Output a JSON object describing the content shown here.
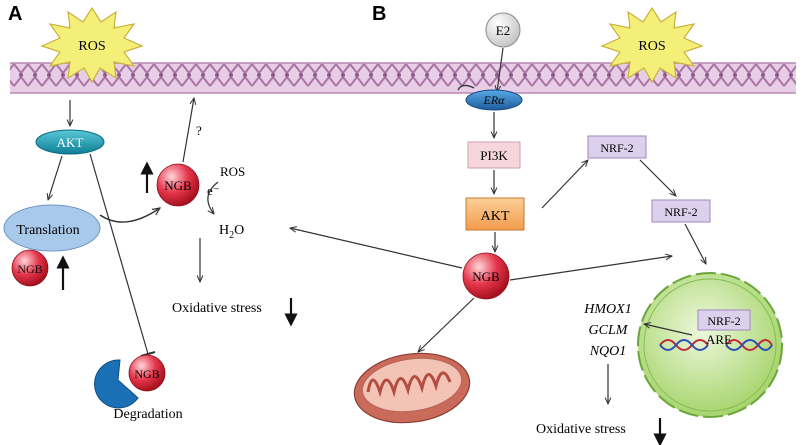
{
  "panels": {
    "a": "A",
    "b": "B"
  },
  "ros": {
    "left": "ROS",
    "right": "ROS"
  },
  "panel_a": {
    "akt": "AKT",
    "question_mark": "?",
    "ngb_center": "NGB",
    "ros_small": "ROS",
    "electron": "e⁻",
    "water_h": "H",
    "water_sub": "2",
    "water_o": "O",
    "translation": "Translation",
    "ngb_translation": "NGB",
    "oxidative_stress": "Oxidative stress",
    "ngb_degradation": "NGB",
    "degradation": "Degradation"
  },
  "panel_b": {
    "e2": "E2",
    "er": "ERα",
    "pi3k": "PI3K",
    "akt": "AKT",
    "ngb": "NGB",
    "nrf2_top": "NRF-2",
    "nrf2_mid": "NRF-2",
    "nrf2_nucleus": "NRF-2",
    "are": "ARE",
    "genes": [
      "HMOX1",
      "GCLM",
      "NQO1"
    ],
    "oxidative_stress": "Oxidative stress"
  },
  "colors": {
    "membrane": "#c99ac5",
    "ros_burst": "#f4ef78",
    "akt_a": "#1aa1b8",
    "er": "#2f7fc4",
    "pi3k": "#f6d6dc",
    "akt_b": "#f7b36a",
    "nrf2": "#dcd0ec",
    "ngb": "#e5364c",
    "nucleus": "#c8e79a",
    "translation": "#a9c9ea",
    "degradation": "#1a6fb5",
    "mitochondria": "#c96a5a"
  }
}
